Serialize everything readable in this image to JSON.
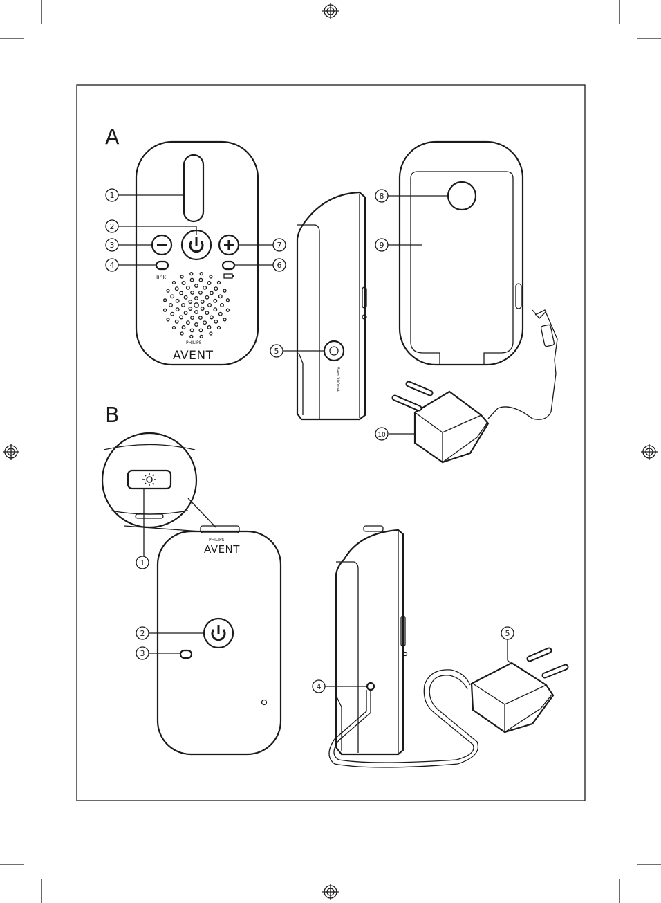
{
  "sections": {
    "a": "A",
    "b": "B"
  },
  "brand": {
    "maker": "PHILIPS",
    "name": "AVENT"
  },
  "labels": {
    "link": "link",
    "adapter_spec": "6V⎓ 300mA"
  },
  "callouts": {
    "a": [
      "1",
      "2",
      "3",
      "4",
      "5",
      "6",
      "7",
      "8",
      "9",
      "10"
    ],
    "b": [
      "1",
      "2",
      "3",
      "4",
      "5"
    ]
  }
}
